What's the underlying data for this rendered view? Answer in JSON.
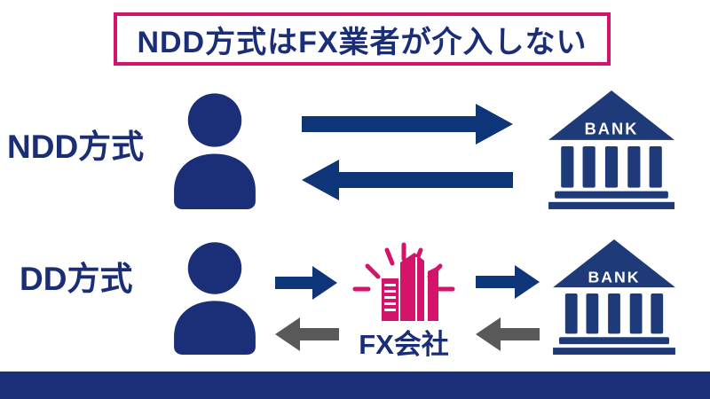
{
  "colors": {
    "navy": "#1b2e78",
    "text_navy": "#1a2e78",
    "arrow_navy": "#0e3577",
    "bank_navy": "#1e3a78",
    "gray": "#595959",
    "pink": "#d4146a",
    "background": "#ffffff"
  },
  "title": {
    "text": "NDD方式はFX業者が介入しない"
  },
  "ndd_row": {
    "label": "NDD方式",
    "bank_label": "BANK"
  },
  "dd_row": {
    "label": "DD方式",
    "fx_company_label": "FX会社",
    "bank_label": "BANK"
  },
  "icons": {
    "person": "person-icon",
    "bank": "bank-building-icon",
    "fx_company": "fx-company-building-icon",
    "arrow_right": "arrow-right-icon",
    "arrow_left": "arrow-left-icon"
  }
}
